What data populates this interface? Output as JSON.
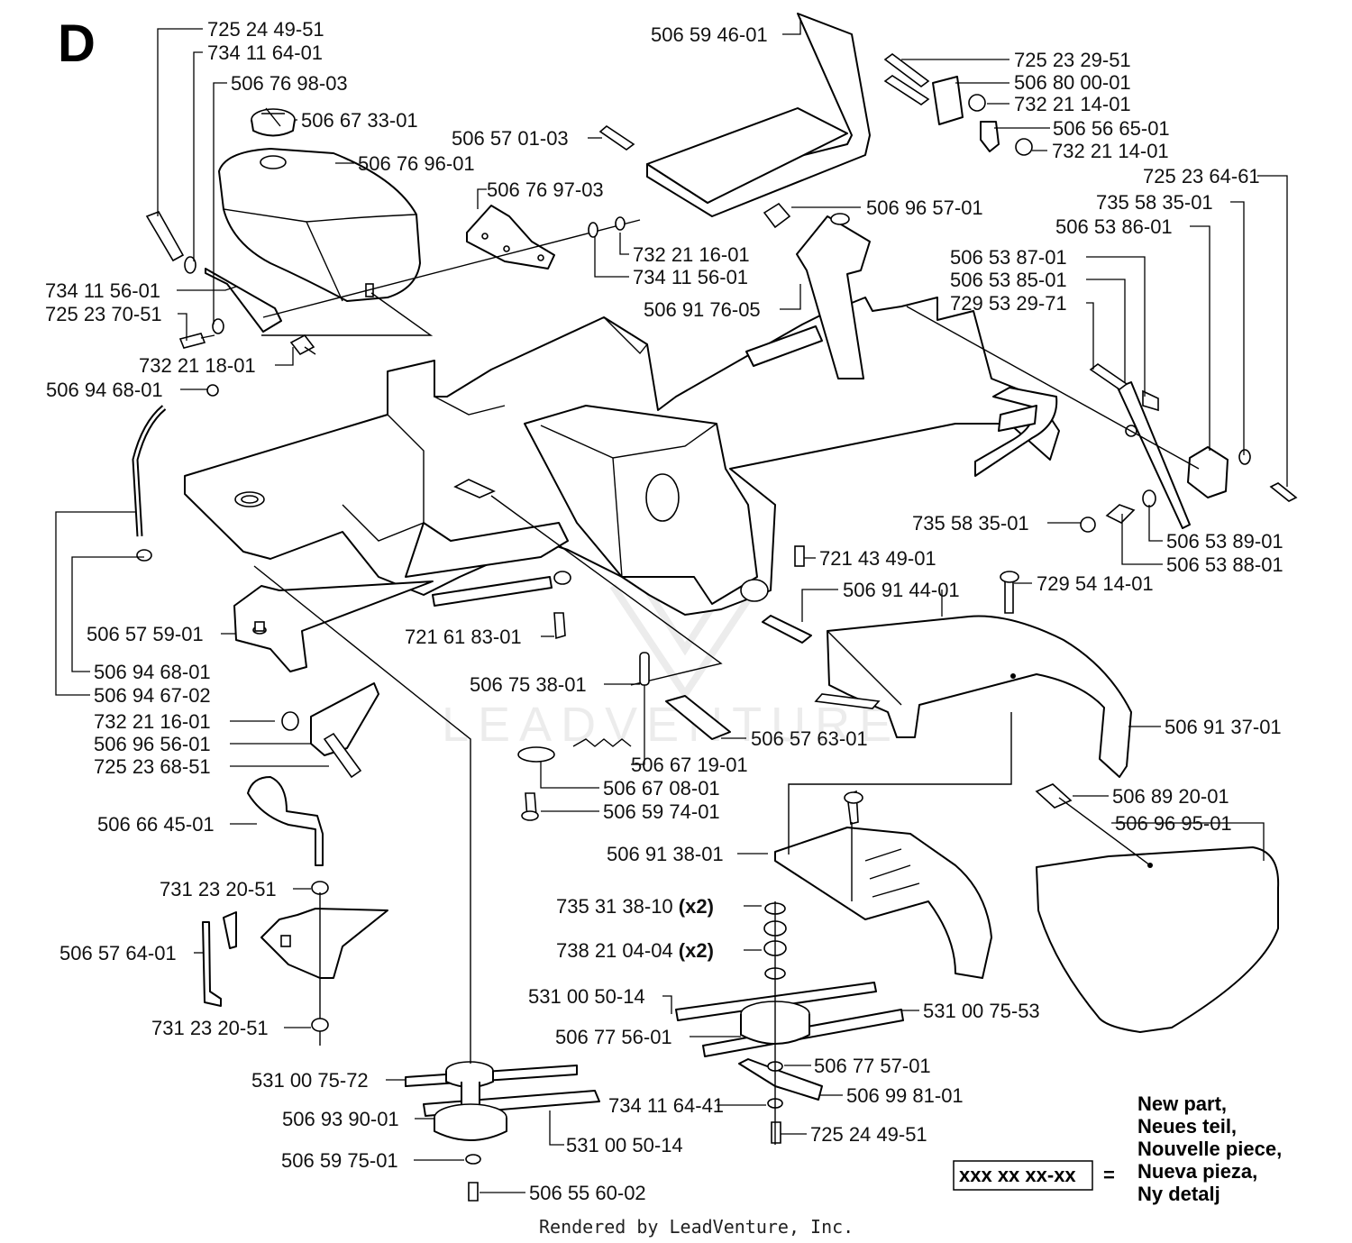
{
  "section": "D",
  "watermark": "LEADVENTURE",
  "footer": "Rendered by LeadVenture, Inc.",
  "legend": {
    "box": "xxx xx xx-xx",
    "equals": "=",
    "lines": [
      "New part,",
      "Neues teil,",
      "Nouvelle piece,",
      "Nueva pieza,",
      "Ny detalj"
    ]
  },
  "labels": [
    {
      "text": "725 24 49-51"
    },
    {
      "text": "734 11 64-01"
    },
    {
      "text": "506 76 98-03"
    },
    {
      "text": "506 67 33-01"
    },
    {
      "text": "506 76 96-01"
    },
    {
      "text": "506 59 46-01"
    },
    {
      "text": "506 57 01-03"
    },
    {
      "text": "725 23 29-51"
    },
    {
      "text": "506 80 00-01"
    },
    {
      "text": "732 21 14-01"
    },
    {
      "text": "506 56 65-01"
    },
    {
      "text": "732 21 14-01"
    },
    {
      "text": "725 23 64-61"
    },
    {
      "text": "735 58 35-01"
    },
    {
      "text": "506 53 86-01"
    },
    {
      "text": "506 76 97-03"
    },
    {
      "text": "506 96 57-01"
    },
    {
      "text": "732 21 16-01"
    },
    {
      "text": "734 11 56-01"
    },
    {
      "text": "734 11 56-01"
    },
    {
      "text": "725 23 70-51"
    },
    {
      "text": "506 53 87-01"
    },
    {
      "text": "506 53 85-01"
    },
    {
      "text": "729 53 29-71"
    },
    {
      "text": "506 91 76-05"
    },
    {
      "text": "732 21 18-01"
    },
    {
      "text": "506 94 68-01"
    },
    {
      "text": "735 58 35-01"
    },
    {
      "text": "506 53 89-01"
    },
    {
      "text": "506 53 88-01"
    },
    {
      "text": "721 43 49-01"
    },
    {
      "text": "506 91 44-01"
    },
    {
      "text": "729 54 14-01"
    },
    {
      "text": "506 57 59-01"
    },
    {
      "text": "721 61 83-01"
    },
    {
      "text": "506 94 68-01"
    },
    {
      "text": "506 94 67-02"
    },
    {
      "text": "506 75 38-01"
    },
    {
      "text": "732 21 16-01"
    },
    {
      "text": "506 96 56-01"
    },
    {
      "text": "725 23 68-51"
    },
    {
      "text": "506 57 63-01"
    },
    {
      "text": "506 91 37-01"
    },
    {
      "text": "506 67 19-01"
    },
    {
      "text": "506 67 08-01"
    },
    {
      "text": "506 59 74-01"
    },
    {
      "text": "506 66 45-01"
    },
    {
      "text": "506 89 20-01"
    },
    {
      "text": "506 96 95-01"
    },
    {
      "text": "506 91 38-01"
    },
    {
      "text": "731 23 20-51"
    },
    {
      "text": "735 31 38-10",
      "suffix": "(x2)"
    },
    {
      "text": "738 21 04-04",
      "suffix": "(x2)"
    },
    {
      "text": "506 57 64-01"
    },
    {
      "text": "531 00 50-14"
    },
    {
      "text": "531 00 75-53"
    },
    {
      "text": "506 77 56-01"
    },
    {
      "text": "731 23 20-51"
    },
    {
      "text": "506 77 57-01"
    },
    {
      "text": "531 00 75-72"
    },
    {
      "text": "506 99 81-01"
    },
    {
      "text": "734 11 64-41"
    },
    {
      "text": "506 93 90-01"
    },
    {
      "text": "725 24 49-51"
    },
    {
      "text": "531 00 50-14"
    },
    {
      "text": "506 59 75-01"
    },
    {
      "text": "506 55 60-02"
    }
  ]
}
